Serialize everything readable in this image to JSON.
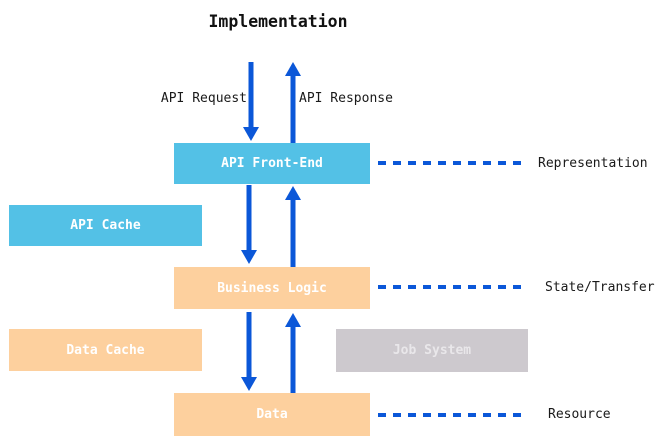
{
  "title": "Implementation",
  "colors": {
    "cyan": "#53C1E6",
    "orange": "#FDD09E",
    "gray": "#CDC9CE",
    "blue": "#0B57D8"
  },
  "flow": {
    "request_label": "API Request",
    "response_label": "API Response"
  },
  "boxes": {
    "api_front_end": "API Front-End",
    "api_cache": "API Cache",
    "business_logic": "Business Logic",
    "data_cache": "Data Cache",
    "job_system": "Job System",
    "data": "Data"
  },
  "layers": {
    "representation": "Representation",
    "state_transfer": "State/Transfer",
    "resource": "Resource"
  }
}
